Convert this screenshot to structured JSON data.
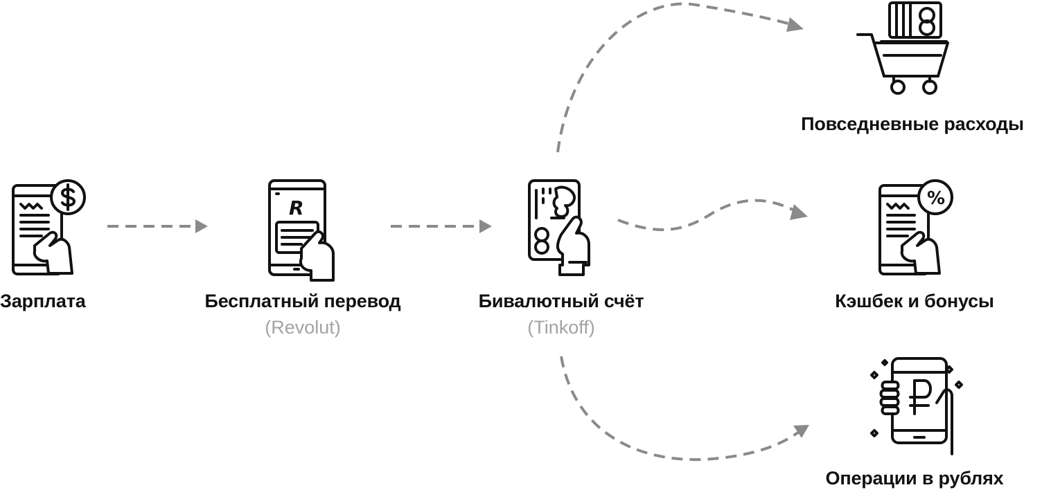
{
  "nodes": {
    "salary": {
      "label": "Зарплата",
      "icon": "salary-phone-dollar-icon"
    },
    "transfer": {
      "label": "Бесплатный перевод",
      "sub": "(Revolut)",
      "icon": "revolut-phone-icon"
    },
    "account": {
      "label": "Бивалютный счёт",
      "sub": "(Tinkoff)",
      "icon": "tinkoff-card-icon"
    },
    "daily": {
      "label": "Повседневные расходы",
      "icon": "shopping-cart-icon"
    },
    "cashback": {
      "label": "Кэшбек и бонусы",
      "icon": "phone-percent-icon"
    },
    "rubles": {
      "label": "Операции в рублях",
      "icon": "phone-ruble-icon"
    }
  },
  "colors": {
    "ink": "#111111",
    "arrow": "#8a8a8a",
    "subtext": "#a3a3a3",
    "background": "#ffffff"
  }
}
